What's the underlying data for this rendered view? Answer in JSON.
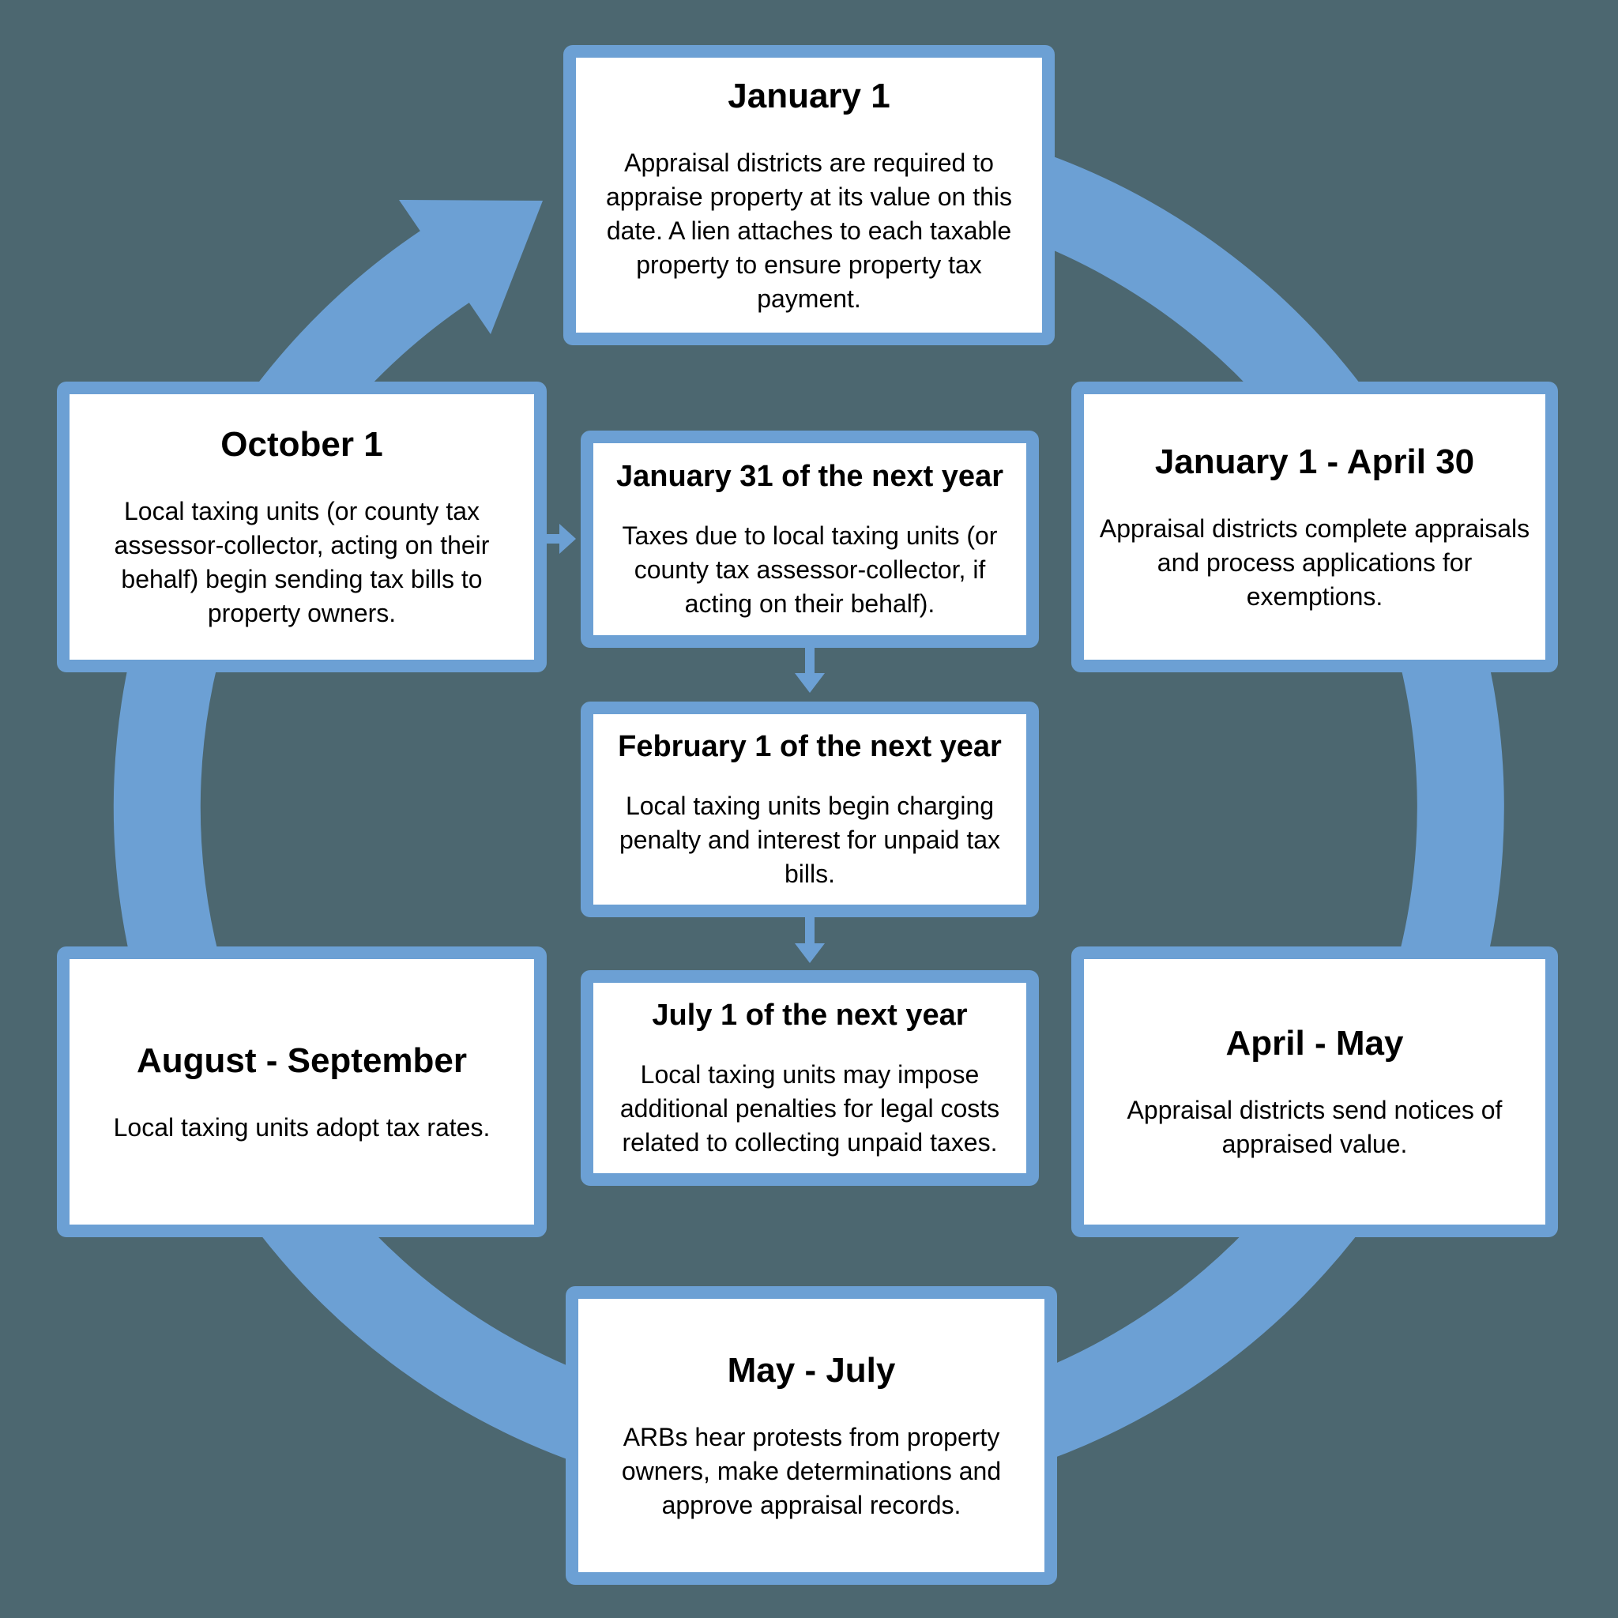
{
  "diagram": {
    "description": "Property tax calendar cycle diagram",
    "colors": {
      "background": "#4C6770",
      "accent_blue": "#6CA0D4",
      "box_fill": "#FFFFFF",
      "text": "#000000"
    },
    "icons": [
      "cycle-ring-arrow-icon",
      "right-arrow-icon",
      "down-arrow-icon",
      "down-arrow-icon"
    ],
    "boxes": [
      {
        "id": "january-1",
        "title": "January 1",
        "body": "Appraisal districts are required to appraise property at its value on this date. A lien attaches to each taxable property to ensure property tax payment."
      },
      {
        "id": "january-1-april-30",
        "title": "January 1 - April 30",
        "body": "Appraisal districts complete appraisals and process applications for exemptions."
      },
      {
        "id": "april-may",
        "title": "April - May",
        "body": "Appraisal districts send notices of appraised value."
      },
      {
        "id": "may-july",
        "title": "May - July",
        "body": "ARBs hear protests from property owners, make determinations and approve appraisal records."
      },
      {
        "id": "august-september",
        "title": "August - September",
        "body": "Local taxing units adopt tax rates."
      },
      {
        "id": "october-1",
        "title": "October 1",
        "body": "Local taxing units (or county tax assessor-collector, acting on their behalf) begin sending tax bills to property owners."
      },
      {
        "id": "january-31-next-year",
        "title": "January 31 of the next year",
        "body": "Taxes due to local taxing units (or county tax assessor-collector, if acting on their behalf)."
      },
      {
        "id": "february-1-next-year",
        "title": "February 1 of the next year",
        "body": "Local taxing units begin charging penalty and interest for unpaid tax bills."
      },
      {
        "id": "july-1-next-year",
        "title": "July 1 of the next year",
        "body": "Local taxing units may impose additional penalties for legal costs related to collecting unpaid taxes."
      }
    ]
  }
}
